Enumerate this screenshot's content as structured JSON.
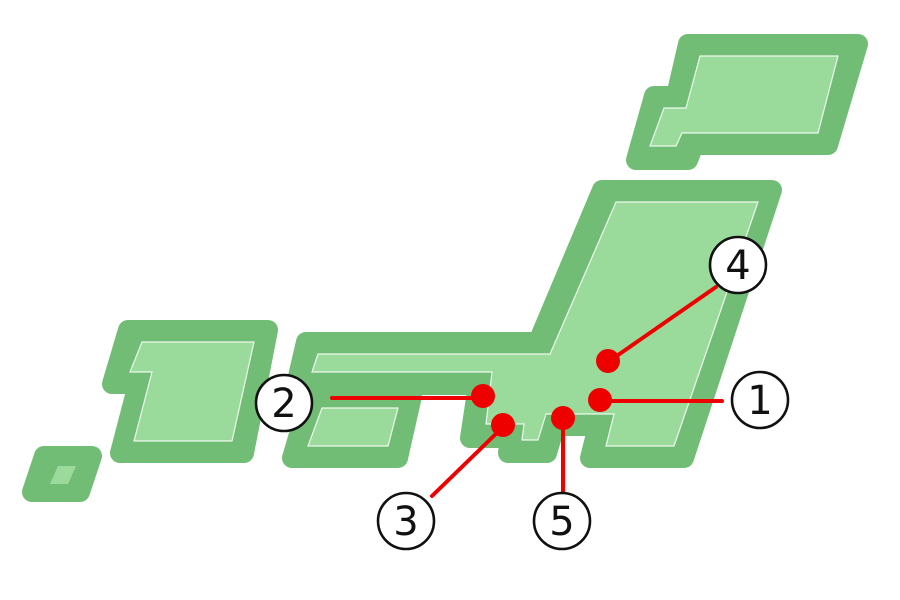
{
  "colors": {
    "land_outline": "#72bd76",
    "land_fill": "#9adb9c",
    "marker": "#ee0000",
    "badge_ink": "#111111"
  },
  "markers": [
    {
      "id": "1",
      "label": "1"
    },
    {
      "id": "2",
      "label": "2"
    },
    {
      "id": "3",
      "label": "3"
    },
    {
      "id": "4",
      "label": "4"
    },
    {
      "id": "5",
      "label": "5"
    }
  ]
}
